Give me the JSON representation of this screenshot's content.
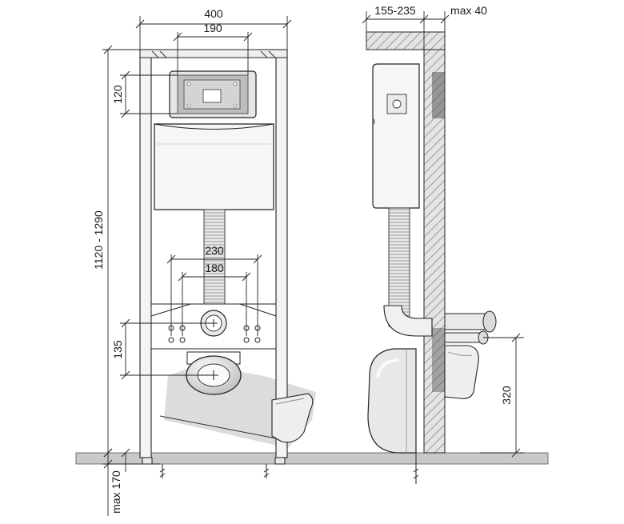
{
  "dimensions": {
    "frame_width": "400",
    "plate_width": "190",
    "plate_height": "120",
    "total_height": "1120 - 1290",
    "bolt_spacing_outer": "230",
    "bolt_spacing_inner": "180",
    "pipe_offset": "135",
    "floor_depth": "max 170",
    "wall_depth": "155-235",
    "wall_max": "max 40",
    "outlet_height": "320"
  },
  "colors": {
    "line": "#1a1a1a",
    "fill_light": "#f2f2f2",
    "fill_mid": "#d6d6d6",
    "fill_dark": "#a8a8a8",
    "floor": "#c8c8c8",
    "wall_hatch": "#777777"
  },
  "icons": [
    "flush-plate-icon",
    "cistern-icon",
    "wall-hatch-icon",
    "toilet-bowl-icon",
    "drain-pipe-icon"
  ]
}
